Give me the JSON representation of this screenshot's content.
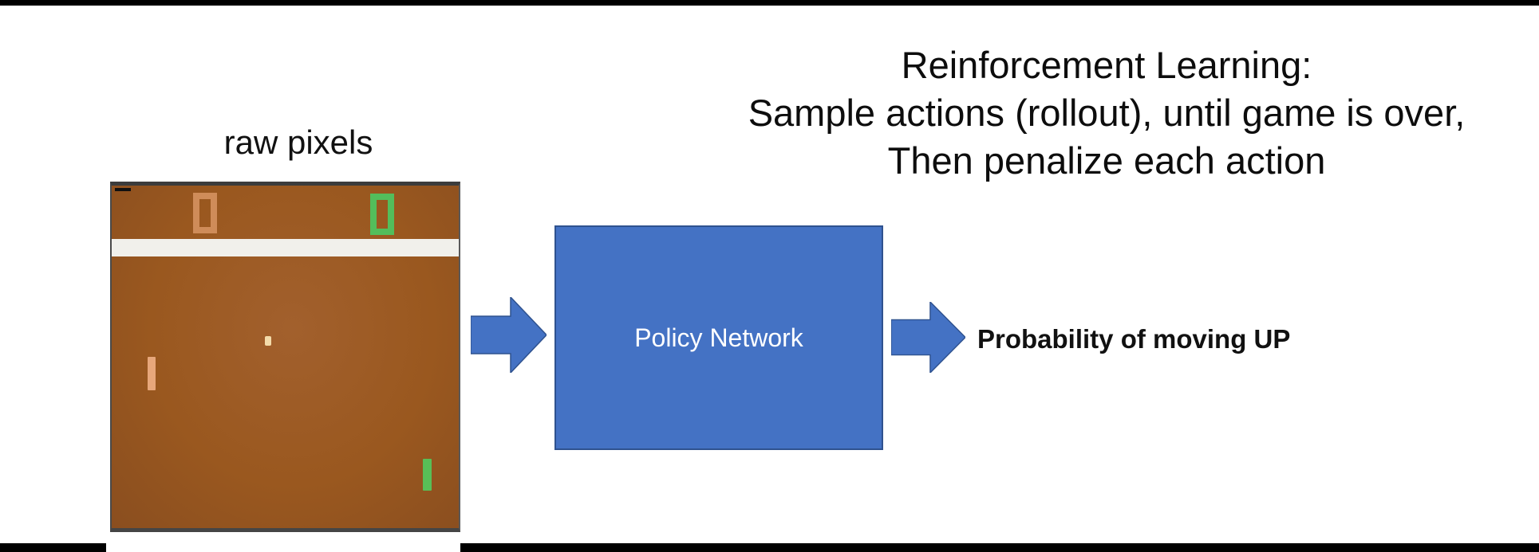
{
  "title": {
    "line1": "Reinforcement Learning:",
    "line2": "Sample actions (rollout), until game is over,",
    "line3": "Then penalize each action"
  },
  "raw_pixels_label": "raw pixels",
  "policy_network": {
    "label": "Policy Network"
  },
  "output_label": "Probability of moving UP",
  "colors": {
    "accent_blue": "#4472C4",
    "accent_blue_border": "#2F528F",
    "game_brown_light": "#A2602D",
    "game_border_dark": "#3C3C3C",
    "paddle_salmon": "#E7A77B",
    "paddle_green": "#58BE57",
    "score_orange": "#CF8C59",
    "score_green": "#53BD5B",
    "ball_cream": "#F3DBAA",
    "net_white": "#F1F0EB",
    "bar_black": "#000000",
    "text_black": "#111111"
  }
}
